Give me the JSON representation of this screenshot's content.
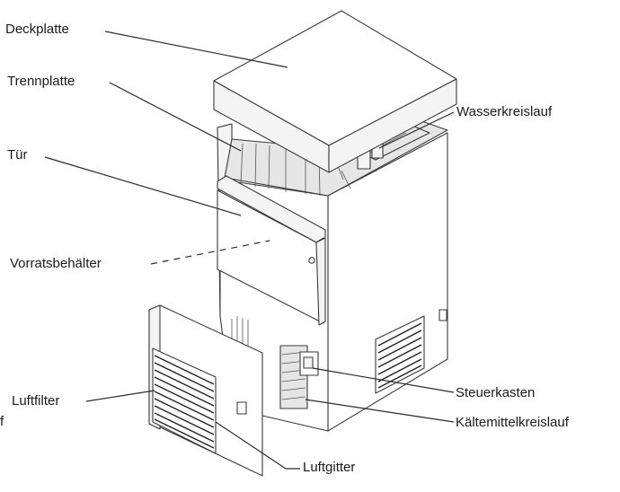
{
  "labels": {
    "deckplatte": "Deckplatte",
    "trennplatte": "Trennplatte",
    "tuer": "Tür",
    "vorratsbehaelter": "Vorratsbehälter",
    "luftfilter": "Luftfilter",
    "wasserkreislauf": "Wasserkreislauf",
    "steuerkasten": "Steuerkasten",
    "kaeltemittelkreislauf": "Kältemittelkreislauf",
    "luftgitter": "Luftgitter"
  },
  "edge_fragment": "f"
}
